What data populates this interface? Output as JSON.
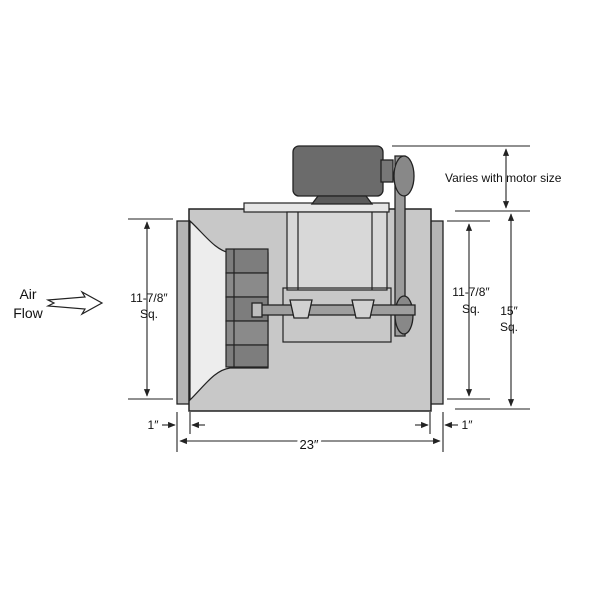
{
  "labels": {
    "air_flow_line1": "Air",
    "air_flow_line2": "Flow",
    "inlet_size_line1": "11-7/8″",
    "inlet_size_line2": "Sq.",
    "outlet_size_line1": "11-7/8″",
    "outlet_size_line2": "Sq.",
    "housing_size_line1": "15″",
    "housing_size_line2": "Sq.",
    "motor_note": "Varies with motor size",
    "left_collar": "1″",
    "right_collar": "1″",
    "overall_length": "23″"
  },
  "colors": {
    "housing_fill": "#c8c8c8",
    "collar_fill": "#b4b4b4",
    "motor_fill": "#6b6b6b",
    "line": "#222222"
  }
}
